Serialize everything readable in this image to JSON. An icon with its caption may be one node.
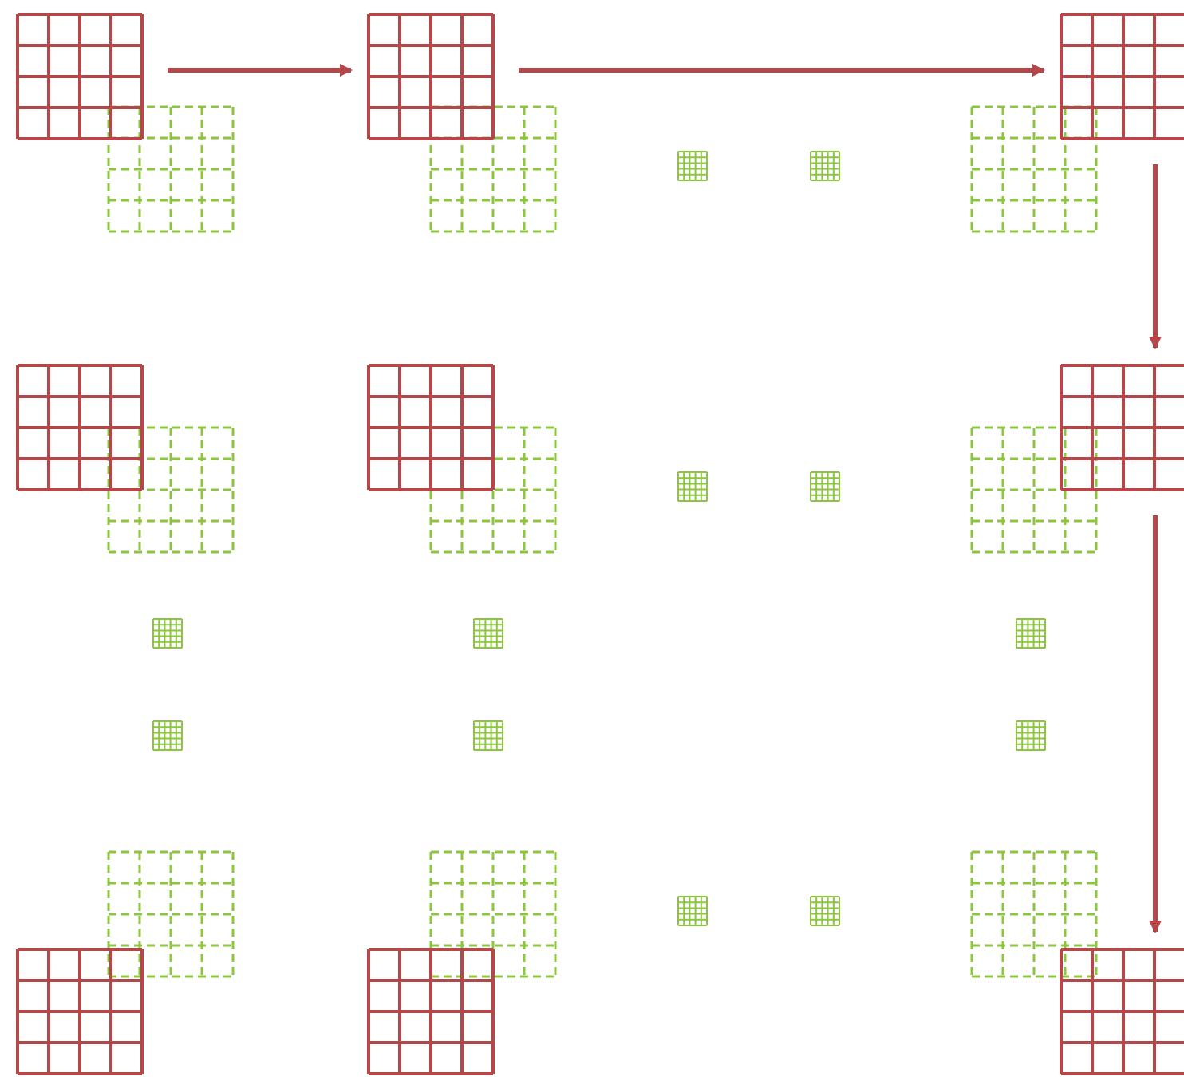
{
  "diagram": {
    "nodes": [
      {
        "text": [],
        "shape": "grid"
      },
      {
        "text": [],
        "shape": "grid"
      },
      {
        "text": [],
        "shape": "grid"
      },
      {
        "text": [],
        "shape": "grid"
      },
      {
        "text": [],
        "shape": "grid"
      },
      {
        "text": [],
        "shape": "grid"
      },
      {
        "text": [],
        "shape": "grid"
      },
      {
        "text": [],
        "shape": "grid"
      },
      {
        "text": [],
        "shape": "grid"
      }
    ],
    "edges": [
      {
        "from": 0,
        "to": 1,
        "arrow": "to"
      },
      {
        "from": 1,
        "to": 2,
        "arrow": "to"
      },
      {
        "from": 2,
        "to": 5,
        "arrow": "to"
      },
      {
        "from": 5,
        "to": 8,
        "arrow": "to"
      }
    ]
  }
}
